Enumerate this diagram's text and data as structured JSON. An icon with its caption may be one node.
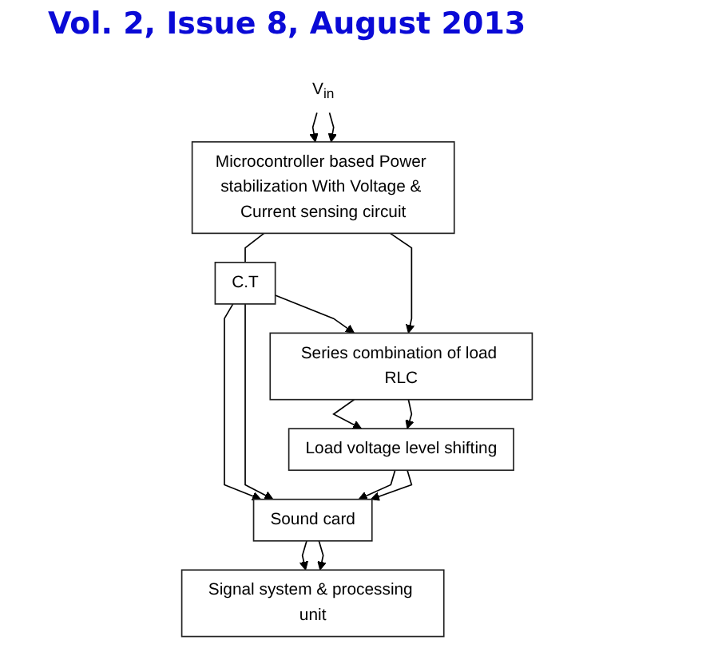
{
  "diagram": {
    "nodes": [
      {
        "text": [
          "V$_{in}$"
        ]
      },
      {
        "text": [
          "Microcontroller based Power stabilization With Voltage & Current sensing circuit"
        ]
      },
      {
        "text": [
          "C.T"
        ]
      },
      {
        "text": [
          "Series combination of load RLC"
        ]
      },
      {
        "text": [
          "Load voltage level shifting"
        ]
      },
      {
        "text": [
          "Sound card"
        ]
      },
      {
        "text": [
          "Signal system & processing unit"
        ]
      }
    ],
    "edges": [
      {
        "from": 0,
        "to": 1,
        "arrow": "to"
      },
      {
        "from": 0,
        "to": 1,
        "arrow": "to"
      },
      {
        "from": 1,
        "to": 2,
        "arrow": "none"
      },
      {
        "from": 2,
        "to": 3,
        "arrow": "to"
      },
      {
        "from": 1,
        "to": 3,
        "arrow": "to"
      },
      {
        "from": 3,
        "to": 4,
        "arrow": "to"
      },
      {
        "from": 3,
        "to": 4,
        "arrow": "to"
      },
      {
        "from": 2,
        "to": 5,
        "arrow": "to"
      },
      {
        "from": 2,
        "to": 5,
        "arrow": "to"
      },
      {
        "from": 4,
        "to": 5,
        "arrow": "to"
      },
      {
        "from": 4,
        "to": 5,
        "arrow": "to"
      },
      {
        "from": 5,
        "to": 6,
        "arrow": "to"
      },
      {
        "from": 5,
        "to": 6,
        "arrow": "to"
      }
    ],
    "labels": [
      "Vol. 2, Issue 8, August 2013"
    ]
  }
}
